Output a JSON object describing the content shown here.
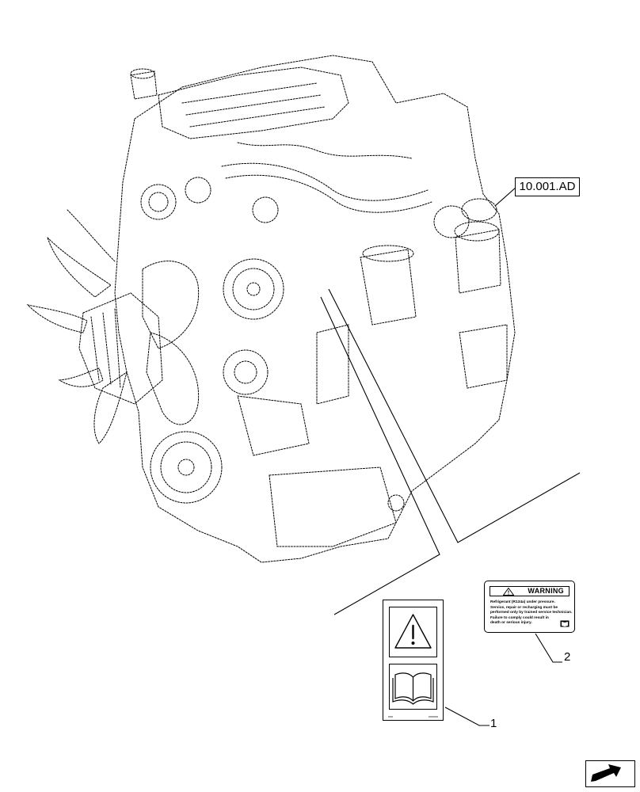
{
  "reference_box": {
    "label": "10.001.AD"
  },
  "callouts": [
    {
      "number": "1"
    },
    {
      "number": "2"
    }
  ],
  "warning_decal": {
    "header": "WARNING",
    "lines": [
      "Refrigerant (R134a) under pressure.",
      "Service, repair or recharging must be",
      "performed only by trained service technician.",
      "Failure to comply could result in",
      "death or serious injury."
    ]
  },
  "symbol_decal": {
    "footer_left": "xxx",
    "footer_right": "xxxxxx"
  },
  "icons": {
    "warning_triangle": "warning-triangle-icon",
    "manual_book": "manual-book-icon",
    "navigation_arrow": "arrow-icon"
  }
}
